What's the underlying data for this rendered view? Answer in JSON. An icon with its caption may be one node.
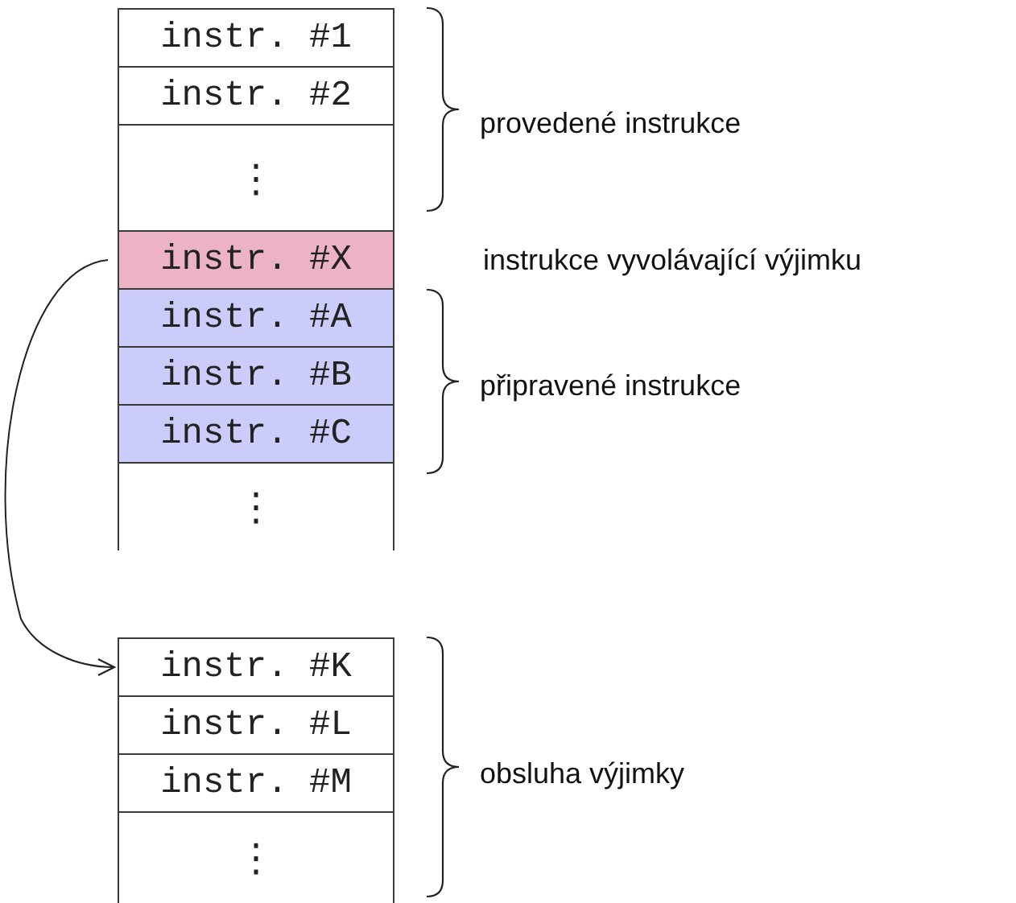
{
  "diagram": {
    "nodes": [
      {
        "text": [
          "instr. #1"
        ]
      },
      {
        "text": [
          "instr. #2"
        ]
      },
      {
        "text": [
          "⋮"
        ]
      },
      {
        "text": [
          "instr. #X"
        ]
      },
      {
        "text": [
          "instr. #A"
        ]
      },
      {
        "text": [
          "instr. #B"
        ]
      },
      {
        "text": [
          "instr. #C"
        ]
      },
      {
        "text": [
          "⋮"
        ]
      },
      {
        "text": [
          "instr. #K"
        ]
      },
      {
        "text": [
          "instr. #L"
        ]
      },
      {
        "text": [
          "instr. #M"
        ]
      },
      {
        "text": [
          "⋮"
        ]
      }
    ],
    "edges": [
      {
        "from": 3,
        "to": 8,
        "arrow": "to"
      }
    ],
    "labels": [
      "provedené instrukce",
      "instrukce vyvolávající výjimku",
      "připravené instrukce",
      "obsluha výjimky"
    ]
  }
}
